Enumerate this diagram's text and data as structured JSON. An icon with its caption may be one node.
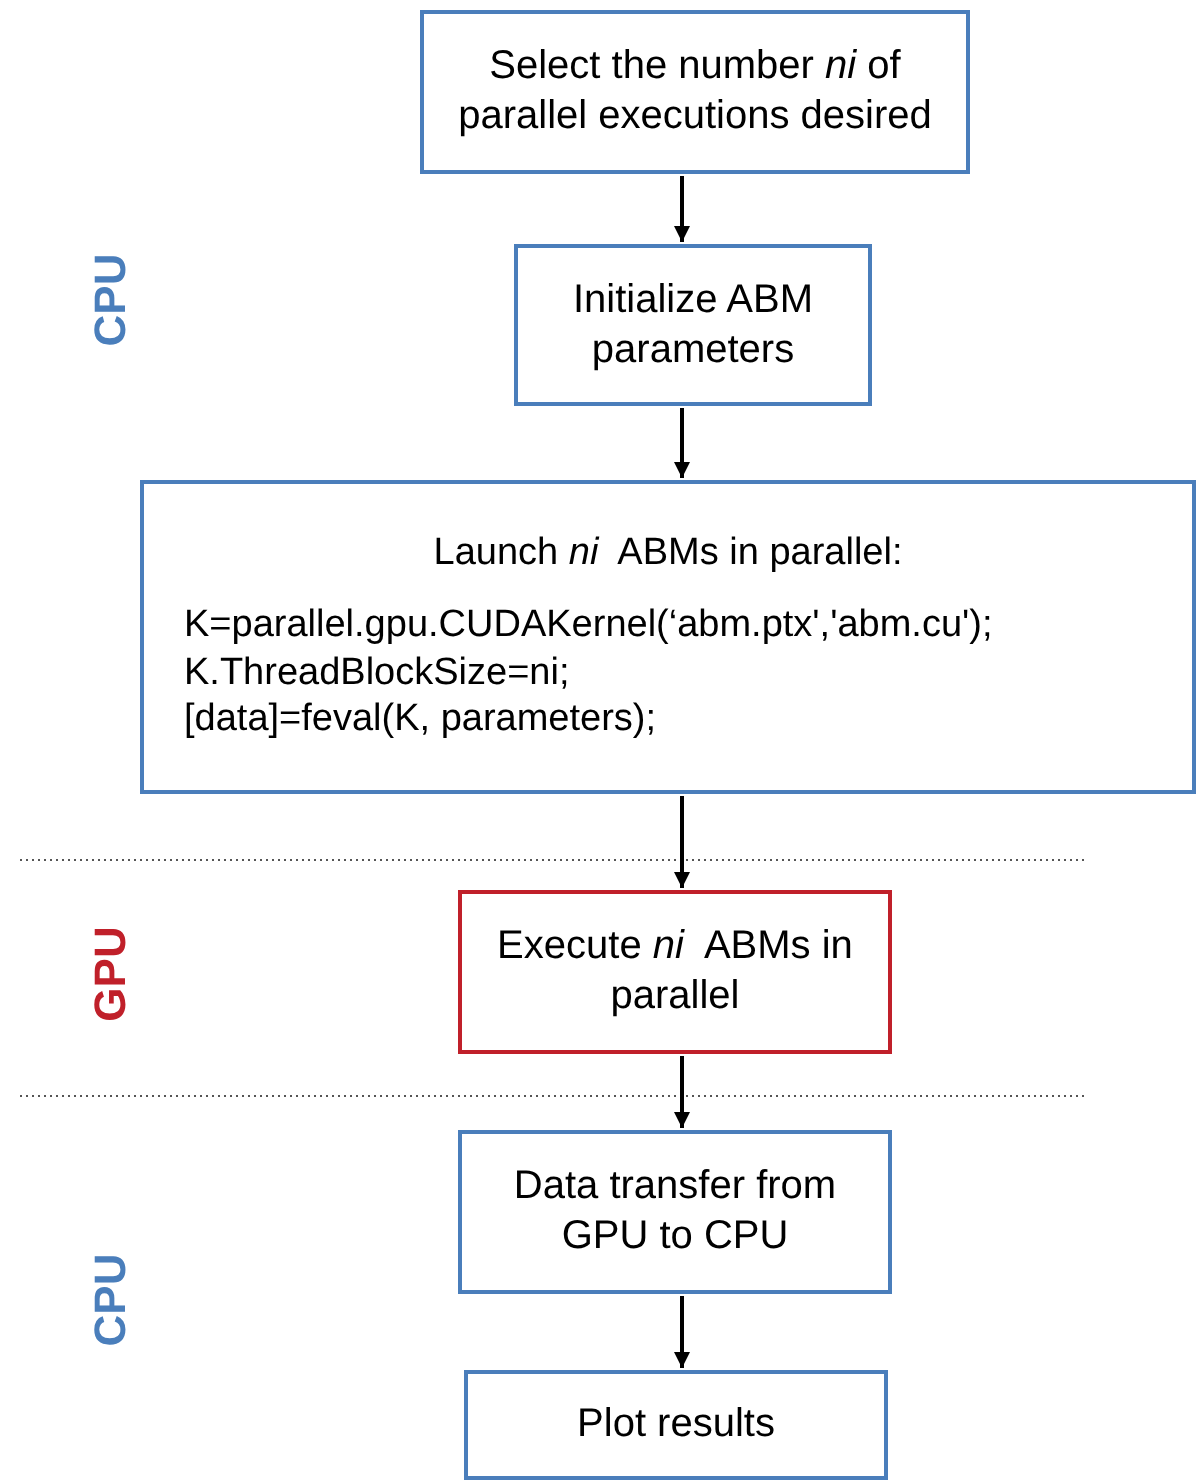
{
  "diagram": {
    "nodes": [
      {
        "text": [
          "Select the number *ni* of parallel executions desired"
        ]
      },
      {
        "text": [
          "Initialize ABM parameters"
        ]
      },
      {
        "text": [
          "Launch *ni*  ABMs in parallel:",
          "K=parallel.gpu.CUDAKernel(‘abm.ptx','abm.cu');",
          "K.ThreadBlockSize=ni;",
          "[data]=feval(K, parameters);"
        ]
      },
      {
        "text": [
          "Execute *ni*  ABMs in parallel"
        ]
      },
      {
        "text": [
          "Data transfer from GPU to CPU"
        ]
      },
      {
        "text": [
          "Plot results"
        ]
      }
    ],
    "edges": [
      {
        "from": 0,
        "to": 1,
        "arrow": "to"
      },
      {
        "from": 1,
        "to": 2,
        "arrow": "to"
      },
      {
        "from": 2,
        "to": 3,
        "arrow": "to"
      },
      {
        "from": 3,
        "to": 4,
        "arrow": "to"
      },
      {
        "from": 4,
        "to": 5,
        "arrow": "to"
      }
    ],
    "labels": [
      "CPU",
      "GPU",
      "CPU"
    ]
  }
}
